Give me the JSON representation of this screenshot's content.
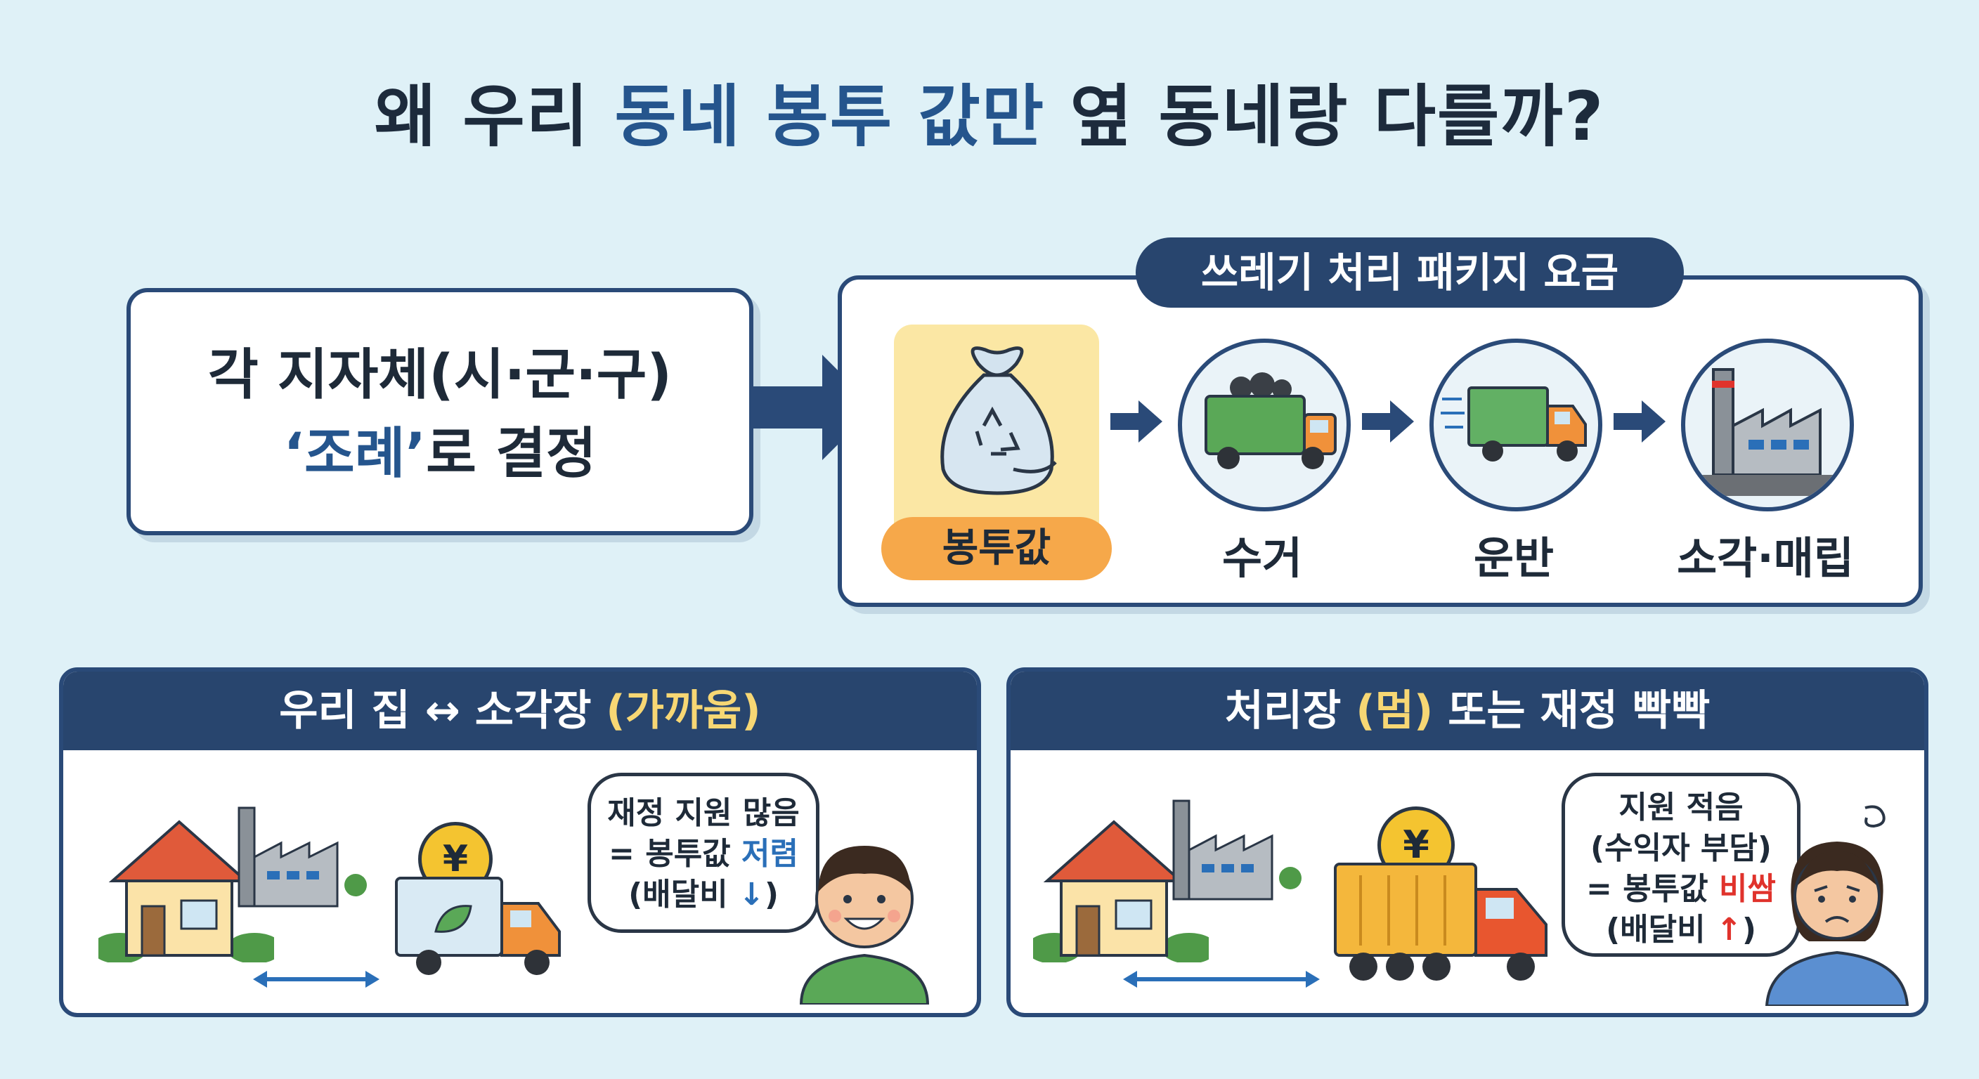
{
  "title": {
    "before": "왜 우리 ",
    "highlight": "동네 봉투 값만",
    "after": " 옆 동네랑 다를까?"
  },
  "decision": {
    "line1": "각 지자체(시·군·구)",
    "jorye": "‘조례’",
    "line2_rest": "로 결정"
  },
  "package": {
    "label": "쓰레기 처리 패키지 요금",
    "steps": [
      "봉투값",
      "수거",
      "운반",
      "소각·매립"
    ]
  },
  "near": {
    "header_main": "우리 집 ↔ 소각장 ",
    "header_note": "(가까움)",
    "bubble_line1": "재정 지원 많음",
    "bubble_line2_prefix": "= 봉투값 ",
    "bubble_line2_keyword": "저렴",
    "bubble_line3_prefix": "(배달비 ",
    "bubble_line3_arrow": "↓",
    "bubble_line3_suffix": ")",
    "coin_symbol": "¥"
  },
  "far": {
    "header_main": "처리장 ",
    "header_note": "(멈)",
    "header_rest": " 또는 재정 빡빡",
    "bubble_line1": "지원 적음",
    "bubble_line2": "(수익자 부담)",
    "bubble_line3_prefix": "= 봉투값 ",
    "bubble_line3_keyword": "비쌈",
    "bubble_line4_prefix": "(배달비 ",
    "bubble_line4_arrow": "↑",
    "bubble_line4_suffix": ")",
    "coin_symbol": "¥"
  },
  "colors": {
    "background": "#dff1f7",
    "navy": "#28456e",
    "accent_blue": "#25558d",
    "orange_pill": "#f6a84a",
    "bag_highlight": "#fbe7a4",
    "cheap_blue": "#2a6fb8",
    "expensive_red": "#e0332c"
  },
  "icons": [
    "recycle-bag-icon",
    "garbage-truck-icon",
    "delivery-truck-icon",
    "incinerator-factory-icon",
    "house-icon",
    "coin-icon",
    "smiling-man-icon",
    "worried-woman-icon"
  ]
}
